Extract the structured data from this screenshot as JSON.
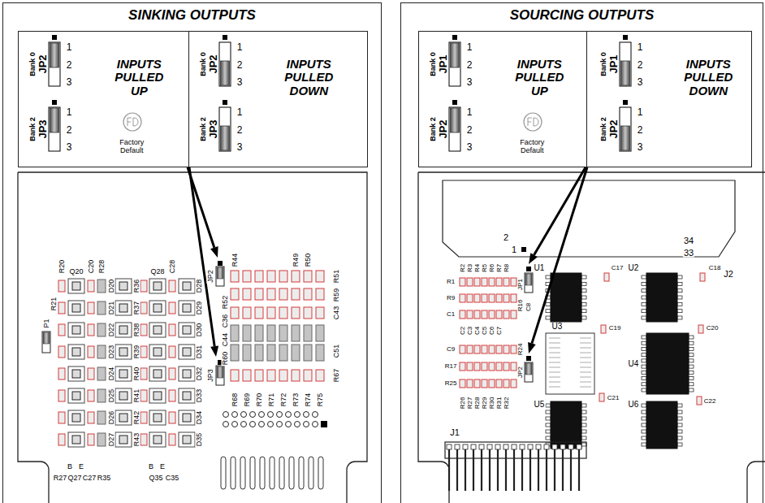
{
  "diagram": {
    "nodes": [
      {
        "text": [
          "SINKING OUTPUTS"
        ]
      },
      {
        "text": [
          "INPUTS PULLED UP",
          "Factory Default"
        ],
        "in": 0
      },
      {
        "text": [
          "INPUTS PULLED DOWN"
        ],
        "in": 0
      },
      {
        "text": [
          "SOURCING OUTPUTS"
        ]
      },
      {
        "text": [
          "INPUTS PULLED UP",
          "Factory Default"
        ],
        "in": 3
      },
      {
        "text": [
          "INPUTS PULLED DOWN"
        ],
        "in": 3
      }
    ],
    "labels": [
      "Bank 0",
      "JP2",
      "1",
      "2",
      "3",
      "Bank 2",
      "JP3",
      "1",
      "2",
      "3",
      "Bank 0",
      "JP2",
      "1",
      "2",
      "3",
      "Bank 2",
      "JP3",
      "1",
      "2",
      "3",
      "R20",
      "Q20",
      "C20",
      "R28",
      "D20",
      "R36",
      "Q28",
      "C28",
      "D28",
      "R21",
      "P1",
      "D21",
      "R37",
      "D29",
      "D22",
      "R38",
      "D30",
      "D23",
      "R39",
      "D31",
      "D24",
      "R40",
      "D32",
      "D25",
      "R41",
      "D33",
      "D26",
      "R42",
      "D34",
      "D27",
      "R43",
      "D35",
      "B",
      "E",
      "R27",
      "Q27",
      "C27",
      "R35",
      "B",
      "E",
      "Q35",
      "C35",
      "JP2",
      "R44",
      "R49",
      "R50",
      "R51",
      "R52",
      "R59",
      "C36",
      "C43",
      "C44",
      "C51",
      "R60",
      "JP3",
      "R67",
      "R68",
      "R69",
      "R70",
      "R71",
      "R72",
      "R73",
      "R74",
      "R75",
      "Bank 0",
      "JP1",
      "1",
      "2",
      "3",
      "Bank 2",
      "JP2",
      "1",
      "2",
      "3",
      "Bank 0",
      "JP1",
      "1",
      "2",
      "3",
      "Bank 2",
      "JP2",
      "1",
      "2",
      "3",
      "2",
      "1",
      "34",
      "33",
      "J2",
      "U1",
      "C17",
      "U2",
      "C18",
      "R1",
      "R2",
      "R3",
      "R4",
      "R5",
      "R6",
      "R7",
      "R8",
      "JP1",
      "R9",
      "C1",
      "R16",
      "C8",
      "C2",
      "C3",
      "C4",
      "C5",
      "C6",
      "C7",
      "C9",
      "R24",
      "JP2",
      "R17",
      "R25",
      "R26",
      "R27",
      "R28",
      "R29",
      "R30",
      "R31",
      "R32",
      "U3",
      "C19",
      "U4",
      "C20",
      "U5",
      "C21",
      "U6",
      "C22",
      "J1"
    ]
  }
}
